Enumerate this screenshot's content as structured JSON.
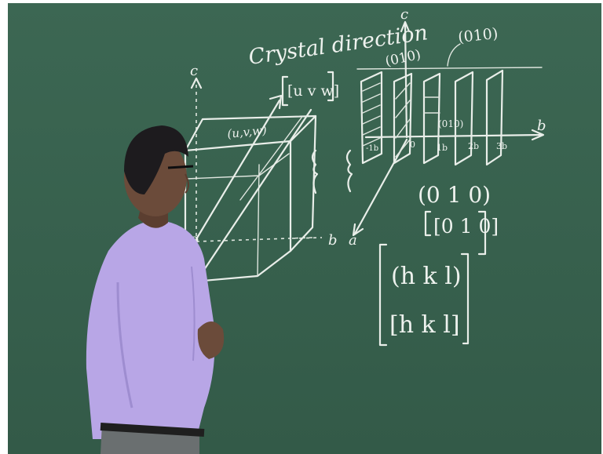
{
  "board": {
    "title": "Crystal direction",
    "axis_c_left": "c",
    "axis_c_right": "c",
    "axis_b_left": "b",
    "axis_b_right": "b",
    "axis_a": "a",
    "origin": "O",
    "direction_label": "[u v w]",
    "point_label": "(u,v,w)",
    "plane_010_top_a": "(010)",
    "plane_010_top_b": "(010)",
    "plane_010_mid": "(010)",
    "tick_minus_b": "-1b",
    "tick_zero": "0",
    "tick_1b": "1b",
    "tick_2b": "2b",
    "tick_3b": "3b",
    "family_plane": "(0 1 0)",
    "family_direction": "[0 1 0]",
    "general_plane": "(h k l)",
    "general_direction": "[h k l]"
  },
  "colors": {
    "board": "#37604d",
    "chalk": "#e9eee9",
    "shirt": "#b8a6e6",
    "skin": "#6b4b3a",
    "hair": "#1d1b1e"
  }
}
